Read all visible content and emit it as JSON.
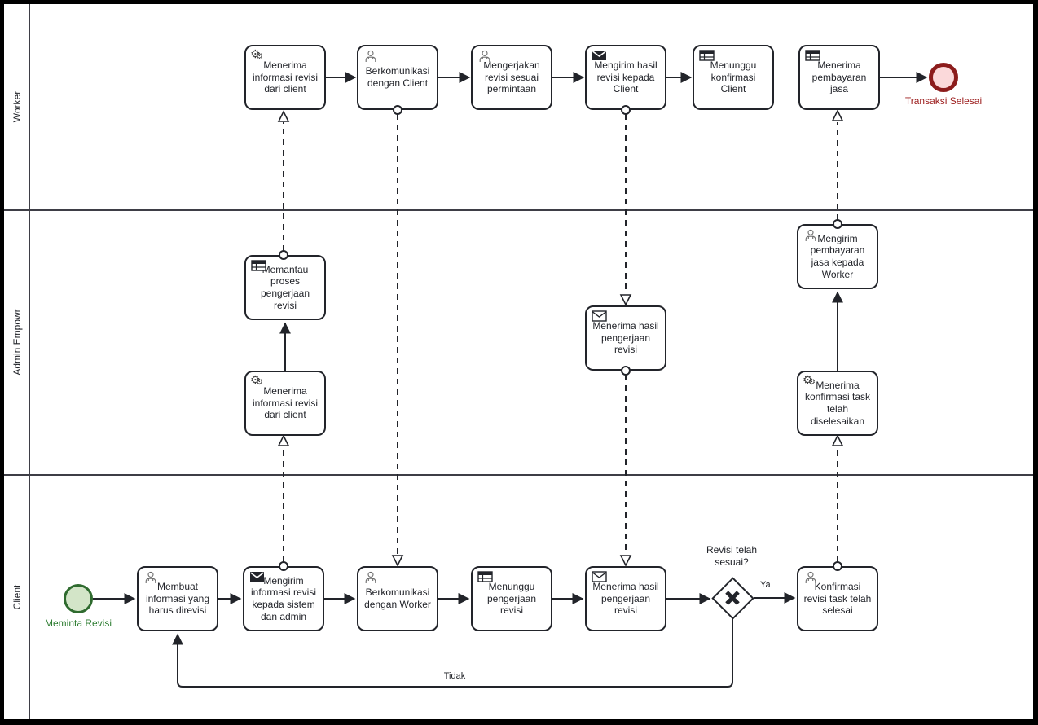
{
  "lanes": [
    {
      "label": "Worker"
    },
    {
      "label": "Admin Empowr"
    },
    {
      "label": "Client"
    }
  ],
  "tasks": [
    {
      "label": "Menerima informasi revisi dari client",
      "icon": "service-gears",
      "lane": "Worker"
    },
    {
      "label": "Berkomunikasi dengan Client",
      "icon": "user",
      "lane": "Worker"
    },
    {
      "label": "Mengerjakan revisi sesuai permintaan",
      "icon": "user",
      "lane": "Worker"
    },
    {
      "label": "Mengirim hasil revisi kepada Client",
      "icon": "send-message",
      "lane": "Worker"
    },
    {
      "label": "Menunggu konfirmasi Client",
      "icon": "business-rule",
      "lane": "Worker"
    },
    {
      "label": "Menerima pembayaran jasa",
      "icon": "business-rule",
      "lane": "Worker"
    },
    {
      "label": "Memantau proses pengerjaan revisi",
      "icon": "business-rule",
      "lane": "Admin Empowr"
    },
    {
      "label": "Menerima informasi revisi dari client",
      "icon": "service-gears",
      "lane": "Admin Empowr"
    },
    {
      "label": "Menerima hasil pengerjaan revisi",
      "icon": "receive-message",
      "lane": "Admin Empowr"
    },
    {
      "label": "Mengirim pembayaran jasa kepada Worker",
      "icon": "user",
      "lane": "Admin Empowr"
    },
    {
      "label": "Menerima konfirmasi task telah diselesaikan",
      "icon": "service-gears",
      "lane": "Admin Empowr"
    },
    {
      "label": "Membuat informasi yang harus direvisi",
      "icon": "user",
      "lane": "Client"
    },
    {
      "label": "Mengirim informasi revisi kepada sistem dan admin",
      "icon": "send-message",
      "lane": "Client"
    },
    {
      "label": "Berkomunikasi dengan Worker",
      "icon": "user",
      "lane": "Client"
    },
    {
      "label": "Menunggu pengerjaan revisi",
      "icon": "business-rule",
      "lane": "Client"
    },
    {
      "label": "Menerima hasil pengerjaan revisi",
      "icon": "receive-message",
      "lane": "Client"
    },
    {
      "label": "Konfirmasi revisi task telah selesai",
      "icon": "user",
      "lane": "Client"
    }
  ],
  "events": {
    "start": {
      "label": "Meminta Revisi",
      "type": "start"
    },
    "end": {
      "label": "Transaksi Selesai",
      "type": "end"
    }
  },
  "gateway": {
    "label": "Revisi telah sesuai?",
    "type": "exclusive"
  },
  "edge_labels": {
    "yes": "Ya",
    "no": "Tidak"
  },
  "colors": {
    "line": "#22242a",
    "lane_border": "#3e3e46",
    "start_stroke": "#2f6b2f",
    "start_fill": "#d3e5c8",
    "start_label": "#2e7d32",
    "end_stroke": "#8c1c1c",
    "end_fill": "#fbd9da",
    "end_label": "#9c1c1c"
  }
}
